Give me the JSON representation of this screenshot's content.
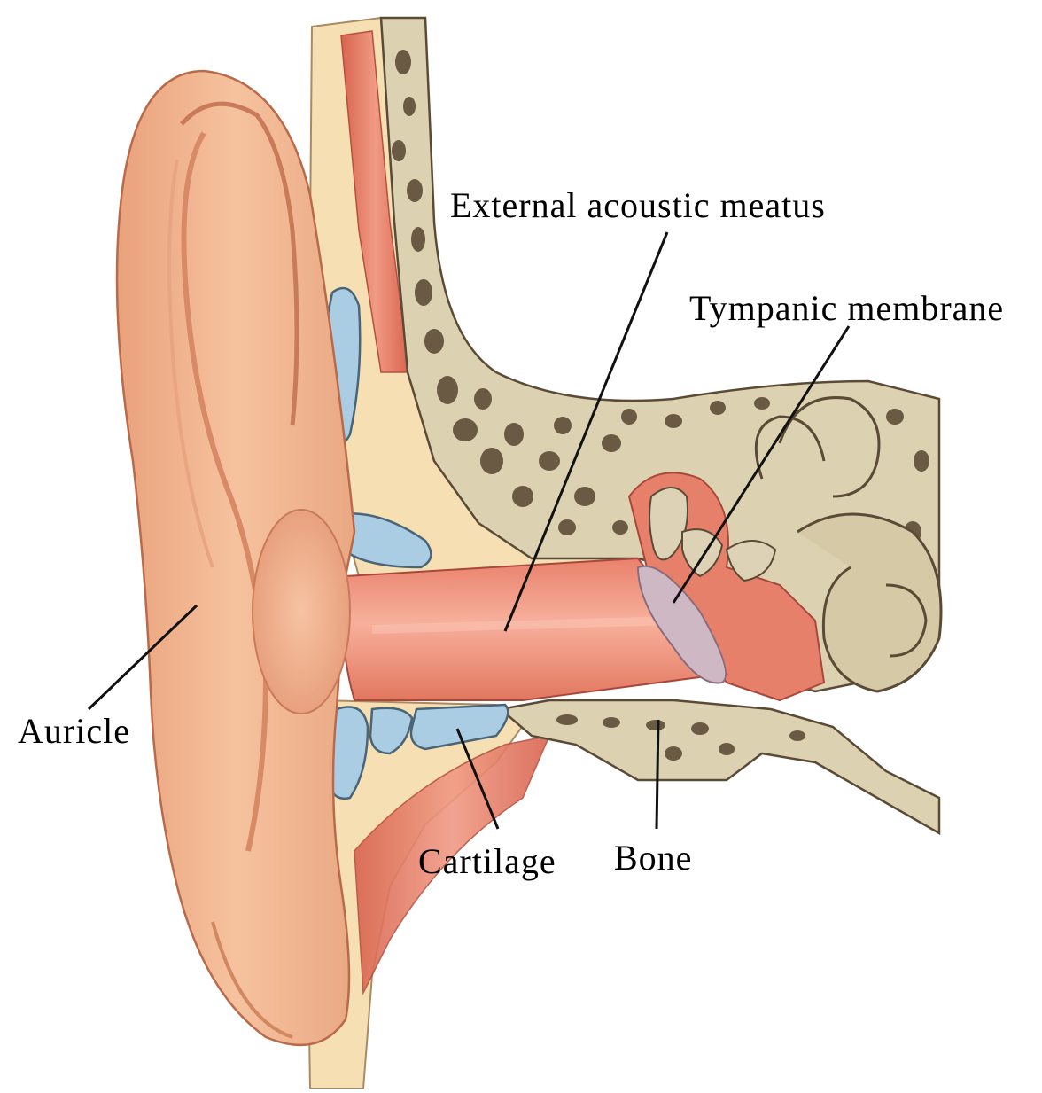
{
  "labels": {
    "external_acoustic_meatus": "External acoustic meatus",
    "tympanic_membrane": "Tympanic membrane",
    "auricle": "Auricle",
    "cartilage": "Cartilage",
    "bone": "Bone"
  },
  "colors": {
    "skin": "#f2b48c",
    "skin_shadow": "#d98e68",
    "canal": "#ef8f78",
    "muscle": "#e27362",
    "fat_tissue": "#f6dfb2",
    "cartilage": "#aacde4",
    "bone": "#dcd2b2",
    "bone_pores": "#6a5a44",
    "tympanic_membrane": "#cdb8c4",
    "leader_line": "#111111"
  }
}
